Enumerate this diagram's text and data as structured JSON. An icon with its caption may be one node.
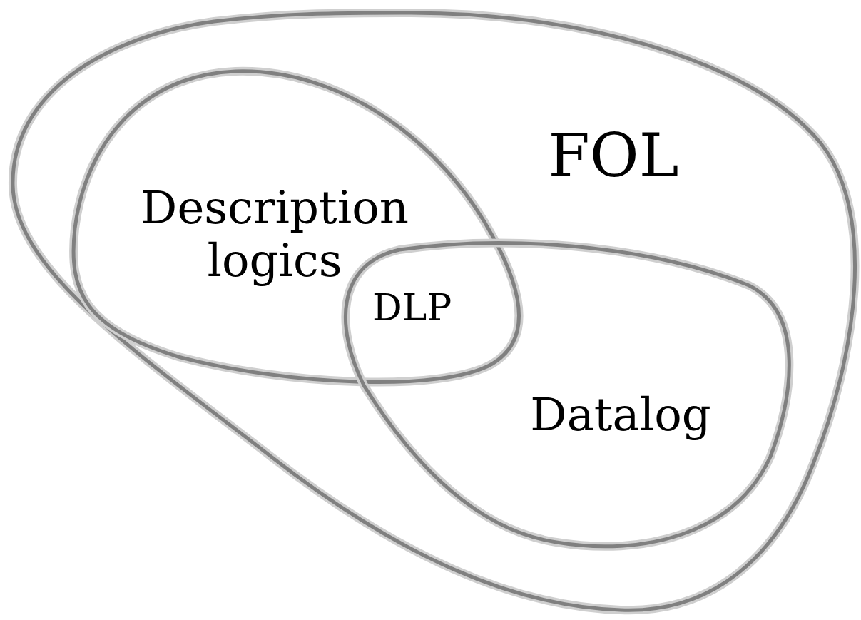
{
  "diagram": {
    "nodes": [
      {
        "text": [
          "FOL"
        ]
      },
      {
        "text": [
          "Description logics"
        ],
        "in": 0
      },
      {
        "text": [
          "Datalog"
        ],
        "in": 0
      }
    ],
    "labels": [
      "DLP"
    ]
  }
}
